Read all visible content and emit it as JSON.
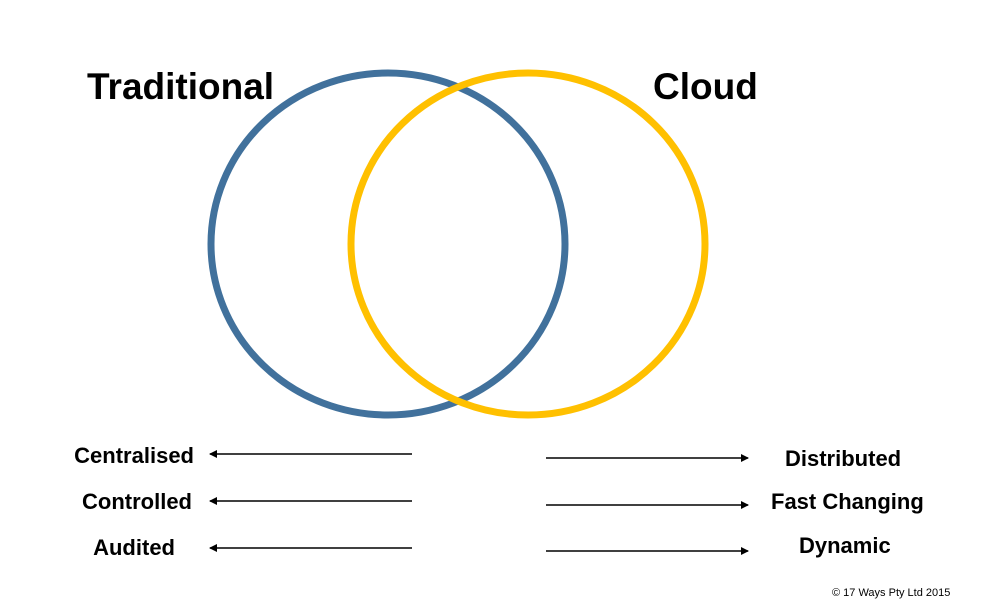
{
  "titles": {
    "left": "Traditional",
    "right": "Cloud"
  },
  "colors": {
    "traditional": "#41719C",
    "cloud": "#FFC000"
  },
  "left_labels": [
    "Centralised",
    "Controlled",
    "Audited"
  ],
  "right_labels": [
    "Distributed",
    "Fast Changing",
    "Dynamic"
  ],
  "copyright": "© 17 Ways Pty Ltd 2015"
}
